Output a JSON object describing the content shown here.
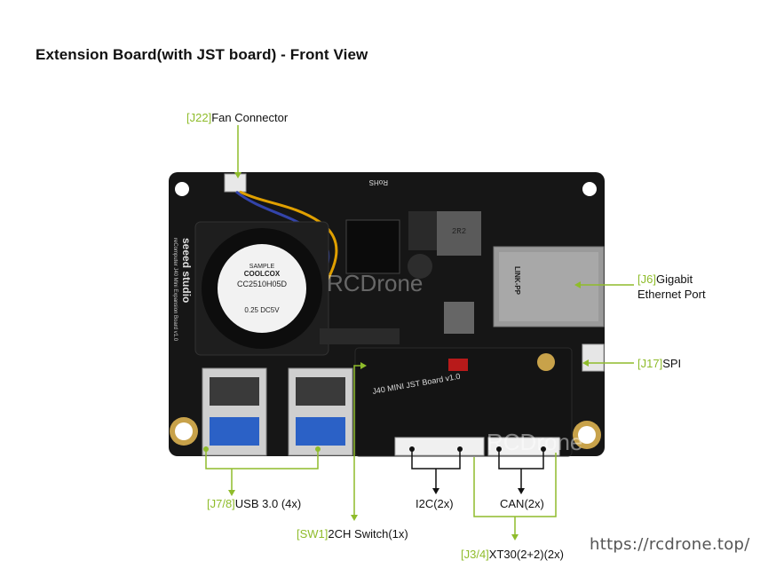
{
  "title": "Extension Board(with JST board) - Front View",
  "accent_color": "#8fbc2b",
  "labels": {
    "fan": {
      "code": "[J22]",
      "text": "Fan Connector"
    },
    "ethernet": {
      "code": "[J6]",
      "text1": "Gigabit",
      "text2": "Ethernet Port"
    },
    "spi": {
      "code": "[J17]",
      "text": "SPI"
    },
    "usb": {
      "code": "[J7/8]",
      "text": "USB 3.0 (4x)"
    },
    "switch": {
      "code": "[SW1]",
      "text": "2CH Switch(1x)"
    },
    "i2c": {
      "text": "I2C(2x)"
    },
    "can": {
      "text": "CAN(2x)"
    },
    "xt30": {
      "code": "[J3/4]",
      "text": "XT30(2+2)(2x)"
    }
  },
  "board_text": {
    "brand": "seeed studio",
    "board_name": "reComputer J40 Mini Expansion Board v1.0",
    "jst_name": "J40 MINI JST Board v1.0",
    "fan_brand": "COOLCOX",
    "fan_model": "CC2510H05D",
    "fan_sample": "SAMPLE",
    "fan_rating": "0.25 DC5V",
    "inductor": "2R2",
    "ethernet_brand": "LINK-PP",
    "rohs": "RoHS",
    "watermark": "RCDrone"
  },
  "watermark_url": "https://rcdrone.top/"
}
